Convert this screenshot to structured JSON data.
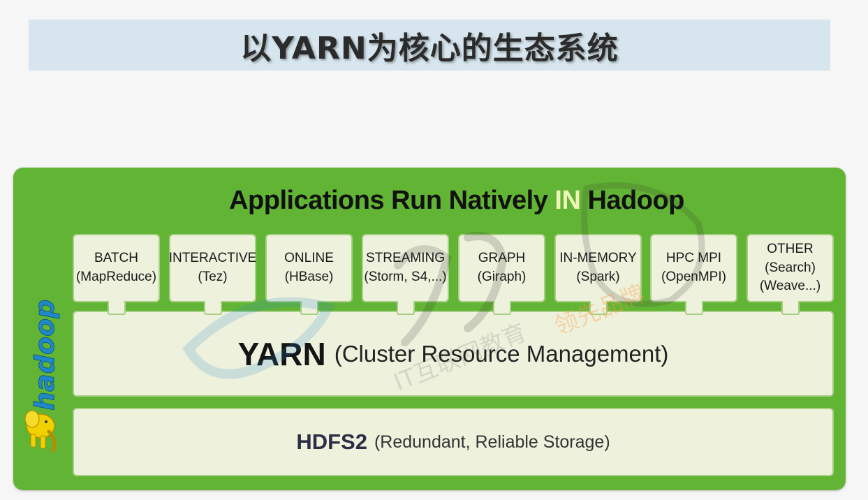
{
  "page_title": "以YARN为核心的生态系统",
  "diagram": {
    "heading": {
      "before": "Applications Run Natively ",
      "highlight": "IN",
      "after": " Hadoop"
    },
    "logo_text": "hadoop",
    "apps": [
      {
        "line1": "BATCH",
        "line2": "(MapReduce)",
        "line3": ""
      },
      {
        "line1": "INTERACTIVE",
        "line2": "(Tez)",
        "line3": ""
      },
      {
        "line1": "ONLINE",
        "line2": "(HBase)",
        "line3": ""
      },
      {
        "line1": "STREAMING",
        "line2": "(Storm, S4,...)",
        "line3": ""
      },
      {
        "line1": "GRAPH",
        "line2": "(Giraph)",
        "line3": ""
      },
      {
        "line1": "IN-MEMORY",
        "line2": "(Spark)",
        "line3": ""
      },
      {
        "line1": "HPC MPI",
        "line2": "(OpenMPI)",
        "line3": ""
      },
      {
        "line1": "OTHER",
        "line2": "(Search)",
        "line3": "(Weave...)"
      }
    ],
    "yarn": {
      "main": "YARN",
      "sub": "(Cluster Resource Management)"
    },
    "hdfs": {
      "main": "HDFS2",
      "sub": "(Redundant, Reliable Storage)"
    }
  },
  "watermark": {
    "line1": "领先品牌",
    "line2": "IT互联网教育"
  },
  "colors": {
    "panel": "#62b534",
    "box": "#eef2dd",
    "title_bar": "#d6e5ee",
    "highlight": "#eef5b8",
    "logo_text": "#1e88c8",
    "logo_elephant": "#f2d100"
  }
}
